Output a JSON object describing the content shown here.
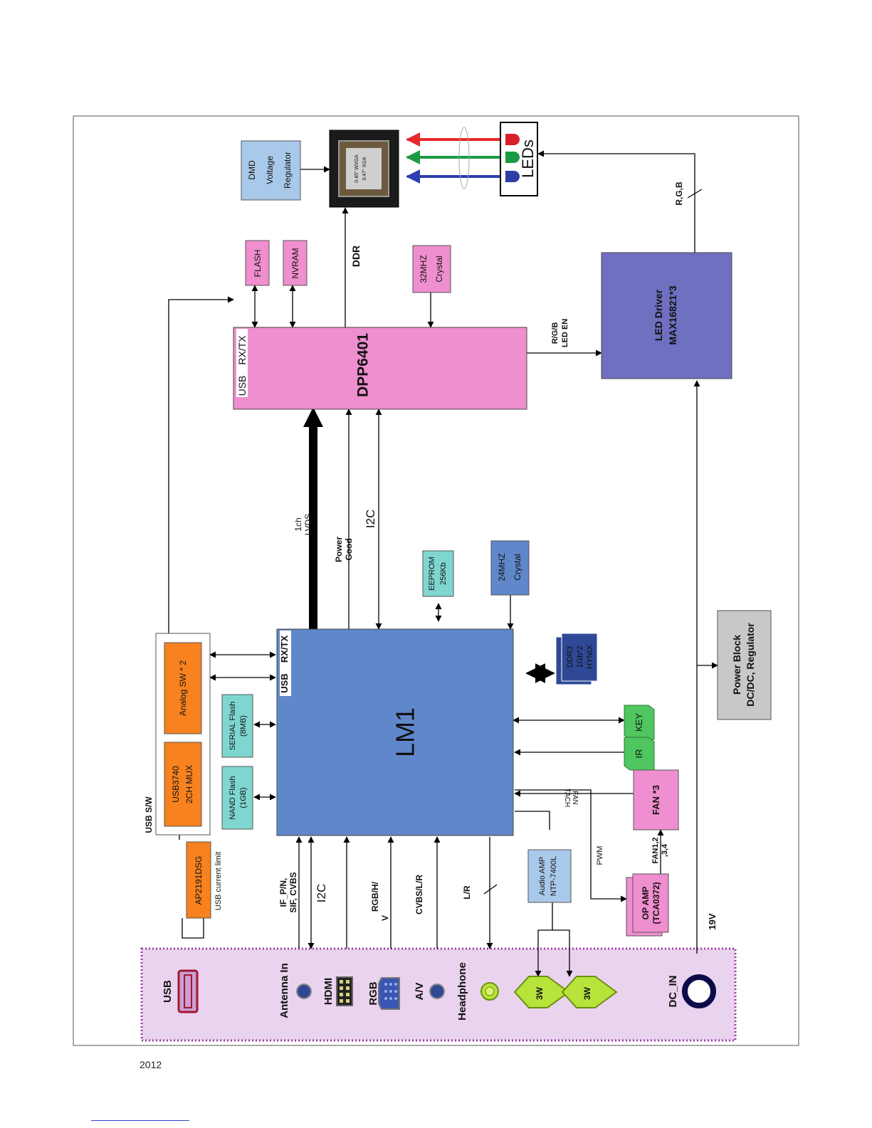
{
  "footer": {
    "year": "2012"
  },
  "diagram": {
    "blocks": {
      "lm1": "LM1",
      "lm1_usb": "USB",
      "lm1_rxtx": "RX/TX",
      "dpp": "DPP6401",
      "dpp_usb": "USB",
      "dpp_rxtx": "RX/TX",
      "led_driver": [
        "LED Driver",
        "MAX16821*3"
      ],
      "dmd_reg": [
        "DMD",
        "Voltage",
        "Regulator"
      ],
      "flash": "FLASH",
      "nvram": "NVRAM",
      "crystal32": [
        "32MHZ",
        "Crystal"
      ],
      "crystal24": [
        "24MHZ",
        "Crystal"
      ],
      "eeprom": [
        "EEPROM",
        "256Kb"
      ],
      "ddr3": [
        "DDR3",
        "1Gb*2",
        "HYNIX"
      ],
      "key": "KEY",
      "ir": "IR",
      "fan": "FAN *3",
      "opamp": [
        "OP AMP",
        "(TCA0372)"
      ],
      "power_block": [
        "Power Block",
        "DC/DC, Regulator"
      ],
      "audio_amp": [
        "Audio AMP",
        "NTP-7400L"
      ],
      "serial_flash": [
        "SERIAL Flash",
        "(8MB)"
      ],
      "nand_flash": [
        "NAND Flash",
        "(1GB)"
      ],
      "usb_sw": "USB S/W",
      "analog_sw": "Analog SW * 2",
      "usb3740": [
        "USB3740",
        "2CH MUX"
      ],
      "ap2191": "AP2191DSG",
      "usb_current": "USB current limit",
      "leds": "LEDs",
      "dmd_chip": [
        "0.45\" WXGA",
        "0.47\" XGA"
      ]
    },
    "signals": {
      "ddr": "DDR",
      "rgb_led_en": [
        "R/G/B",
        "LED EN"
      ],
      "rgb": "R,G,B",
      "lvds": [
        "1ch",
        "LVDS"
      ],
      "power_good": [
        "Power",
        "Good"
      ],
      "i2c_top": "I2C",
      "i2c_bottom": "I2C",
      "if_pn": [
        "IF_P/N,",
        "SIF, CVBS"
      ],
      "rgb_hv": [
        "RGB/H/",
        "V"
      ],
      "cvbs_lr": "CVBS/L/R",
      "lr": "L/R",
      "pwm": "PWM",
      "fan_tach": [
        "FAN",
        "TACH"
      ],
      "fan12": [
        "FAN1,2",
        ",3,4"
      ],
      "v19": "19V"
    },
    "connectors": {
      "usb": "USB",
      "antenna": "Antenna In",
      "hdmi": "HDMI",
      "rgb": "RGB",
      "av": "A/V",
      "headphone": "Headphone",
      "speaker1": "3W",
      "speaker2": "3W",
      "dc_in": "DC_IN"
    },
    "colors": {
      "lm1": "#5f87c9",
      "dpp": "#f08fcf",
      "led_driver": "#6f70c0",
      "cyan": "#7fd6d0",
      "orange": "#f7821f",
      "green": "#4fc65f",
      "gray": "#c8c8c8",
      "panel": "#ead3ee",
      "navy": "#2f4896",
      "lightblue": "#a9c9ea"
    }
  }
}
